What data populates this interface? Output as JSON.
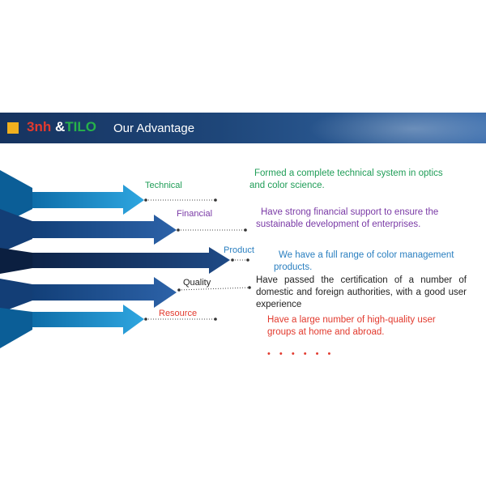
{
  "header": {
    "brand_part1": "3nh",
    "brand_part2": " &",
    "brand_part3": "TILO",
    "title": "Our Advantage"
  },
  "advantages": [
    {
      "label": "Technical",
      "description": "Formed a complete technical system in optics and color science.",
      "color": "#1f9d57"
    },
    {
      "label": "Financial",
      "description": "Have strong financial support to ensure the sustainable development of enterprises.",
      "color": "#7a3aa6"
    },
    {
      "label": "Product",
      "description": "We have a full range of color management products.",
      "color": "#2a7fc0"
    },
    {
      "label": "Quality",
      "description": "Have passed the certification of a number of domestic and foreign authorities, with a good user experience",
      "color": "#222222"
    },
    {
      "label": "Resource",
      "description": "Have a large number of high-quality user groups at home and abroad.",
      "color": "#e23a2e"
    }
  ],
  "trailing_dots": "• • • • • •",
  "colors": {
    "header_dark": "#16335f",
    "accent_yellow": "#f2b01e",
    "arrow_light": "#1f94d0",
    "arrow_dark": "#1b3c6e"
  }
}
